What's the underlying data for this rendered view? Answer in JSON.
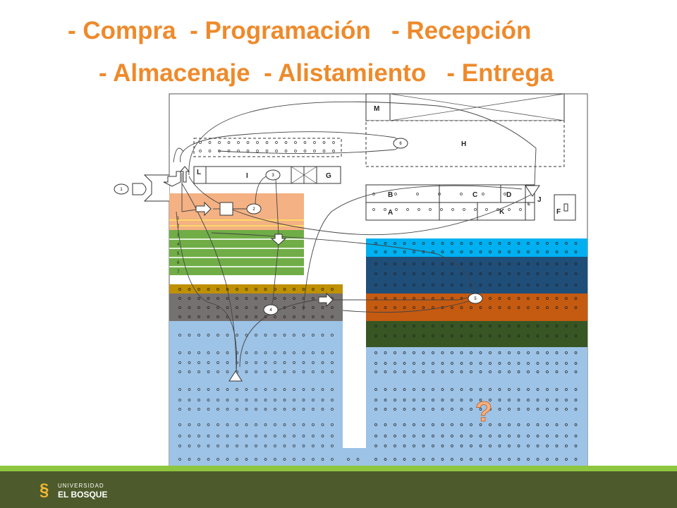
{
  "title": {
    "line1": "- Compra  - Programación   - Recepción",
    "line2": "- Almacenaje  - Alistamiento   - Entrega"
  },
  "zones": {
    "M": "M",
    "H": "H",
    "L": "L",
    "I": "I",
    "G": "G",
    "B": "B",
    "C": "C",
    "D": "D",
    "A": "A",
    "K": "K",
    "E": "E",
    "J": "J",
    "F": "F"
  },
  "steps": [
    "1",
    "2",
    "3",
    "4",
    "5",
    "6"
  ],
  "row_numbers": [
    "1",
    "2",
    "3",
    "4",
    "5",
    "6",
    "7"
  ],
  "question_mark": "?",
  "logo": {
    "line1": "UNIVERSIDAD",
    "line2": "EL BOSQUE"
  },
  "colors": {
    "title": "#ee8a2b",
    "salmon": "#f4b183",
    "green_rows": "#70ad47",
    "gold": "#bf9000",
    "gray": "#767171",
    "light_blue": "#9dc3e6",
    "cyan": "#00b0f0",
    "navy": "#1f4e79",
    "orange": "#c55a11",
    "dark_green": "#375623",
    "footer": "#4d5a2b"
  }
}
